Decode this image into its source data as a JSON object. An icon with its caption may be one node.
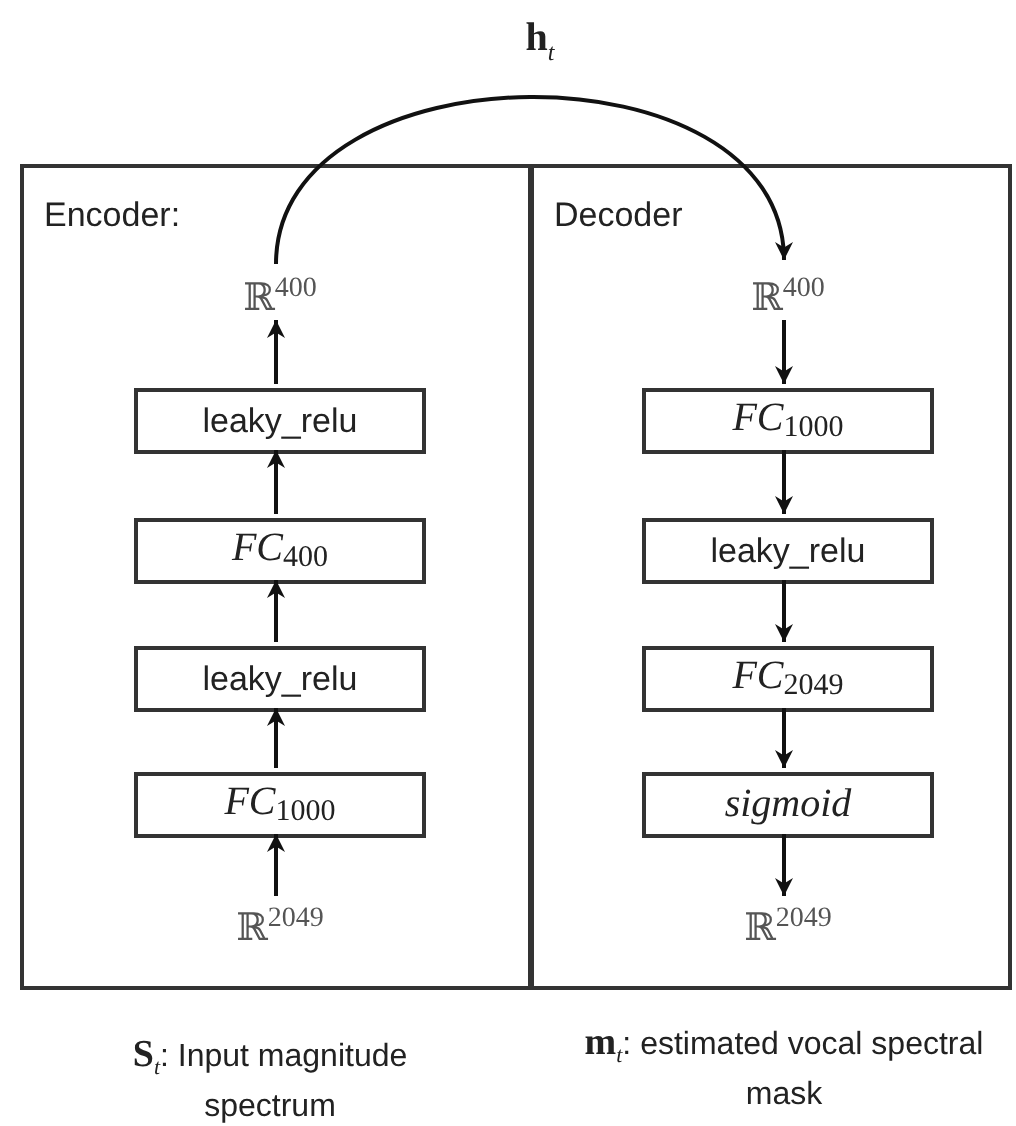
{
  "diagram": {
    "nodes": [
      {
        "text": [
          "Encoder:"
        ]
      },
      {
        "text": [
          "ℝ$^{400}$"
        ],
        "in": 0
      },
      {
        "text": [
          "leaky_relu"
        ],
        "in": 0
      },
      {
        "text": [
          "*FC*$_{400}$"
        ],
        "in": 0
      },
      {
        "text": [
          "leaky_relu"
        ],
        "in": 0
      },
      {
        "text": [
          "*FC*$_{1000}$"
        ],
        "in": 0
      },
      {
        "text": [
          "ℝ$^{2049}$"
        ],
        "in": 0
      },
      {
        "text": [
          "Decoder"
        ]
      },
      {
        "text": [
          "ℝ$^{400}$"
        ],
        "in": 7
      },
      {
        "text": [
          "*FC*$_{1000}$"
        ],
        "in": 7
      },
      {
        "text": [
          "leaky_relu"
        ],
        "in": 7
      },
      {
        "text": [
          "*FC*$_{2049}$"
        ],
        "in": 7
      },
      {
        "text": [
          "sigmoid"
        ],
        "in": 7
      },
      {
        "text": [
          "ℝ$^{2049}$"
        ],
        "in": 7
      }
    ],
    "edges": [
      {
        "from": 6,
        "to": 5,
        "arrow": "to"
      },
      {
        "from": 5,
        "to": 4,
        "arrow": "to"
      },
      {
        "from": 4,
        "to": 3,
        "arrow": "to"
      },
      {
        "from": 3,
        "to": 2,
        "arrow": "to"
      },
      {
        "from": 2,
        "to": 1,
        "arrow": "to"
      },
      {
        "from": 1,
        "to": 8,
        "arrow": "to",
        "label": "**h**$_{t}$"
      },
      {
        "from": 8,
        "to": 9,
        "arrow": "to"
      },
      {
        "from": 9,
        "to": 10,
        "arrow": "to"
      },
      {
        "from": 10,
        "to": 11,
        "arrow": "to"
      },
      {
        "from": 11,
        "to": 12,
        "arrow": "to"
      },
      {
        "from": 12,
        "to": 13,
        "arrow": "to"
      }
    ],
    "labels": [
      "**S**$_{t}$: Input magnitude spectrum",
      "**m**$_{t}$: estimated vocal spectral mask"
    ]
  }
}
